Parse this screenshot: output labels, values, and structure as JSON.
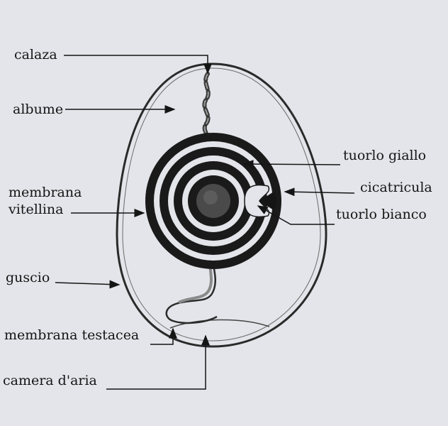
{
  "labels": {
    "calaza": "calaza",
    "albume": "albume",
    "membrana_vitellina_line1": "membrana",
    "membrana_vitellina_line2": "vitellina",
    "guscio": "guscio",
    "membrana_testacea": "membrana testacea",
    "camera_aria": "camera d'aria",
    "tuorlo_giallo": "tuorlo giallo",
    "cicatricula": "cicatricula",
    "tuorlo_bianco": "tuorlo bianco"
  },
  "colors": {
    "paper": "#e4e5ea",
    "ink": "#151515",
    "yolk_ring": "#1a1a1a"
  }
}
